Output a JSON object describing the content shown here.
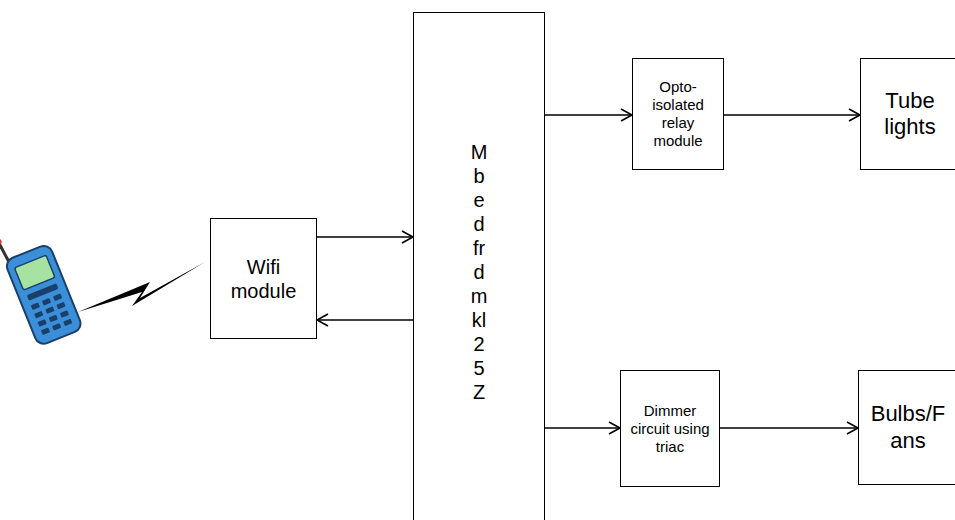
{
  "diagram": {
    "nodes": [
      {
        "text": [
          "Wifi module"
        ]
      },
      {
        "text": [
          "Mbed frdm kl25Z"
        ]
      },
      {
        "text": [
          "Opto-isolated relay module"
        ]
      },
      {
        "text": [
          "Tube lights"
        ]
      },
      {
        "text": [
          "Dimmer circuit using triac"
        ]
      },
      {
        "text": [
          "Bulbs/Fans"
        ]
      }
    ],
    "edges": [
      {
        "from": 0,
        "to": 1,
        "arrow": "to"
      },
      {
        "from": 1,
        "to": 0,
        "arrow": "to"
      },
      {
        "from": 1,
        "to": 2,
        "arrow": "to"
      },
      {
        "from": 2,
        "to": 3,
        "arrow": "to"
      },
      {
        "from": 1,
        "to": 4,
        "arrow": "to"
      },
      {
        "from": 4,
        "to": 5,
        "arrow": "to"
      }
    ]
  }
}
